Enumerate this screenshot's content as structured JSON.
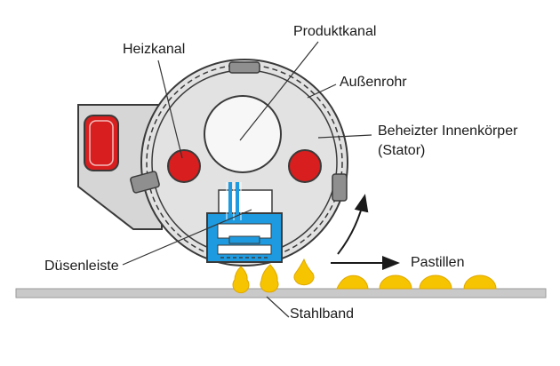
{
  "labels": {
    "produktkanal": "Produktkanal",
    "heizkanal": "Heizkanal",
    "aussenrohr": "Außenrohr",
    "stator_line1": "Beheizter Innenkörper",
    "stator_line2": "(Stator)",
    "duesenleiste": "Düsenleiste",
    "pastillen": "Pastillen",
    "stahlband": "Stahlband"
  },
  "colors": {
    "drum_fill": "#e2e2e2",
    "housing_fill": "#d6d6d6",
    "outline": "#3a3a3a",
    "heating_red": "#d81e1e",
    "nozzle_blue": "#1e9be0",
    "pastille_yellow": "#f6c400",
    "belt_grey": "#c4c4c4",
    "leader_line": "#333333"
  }
}
